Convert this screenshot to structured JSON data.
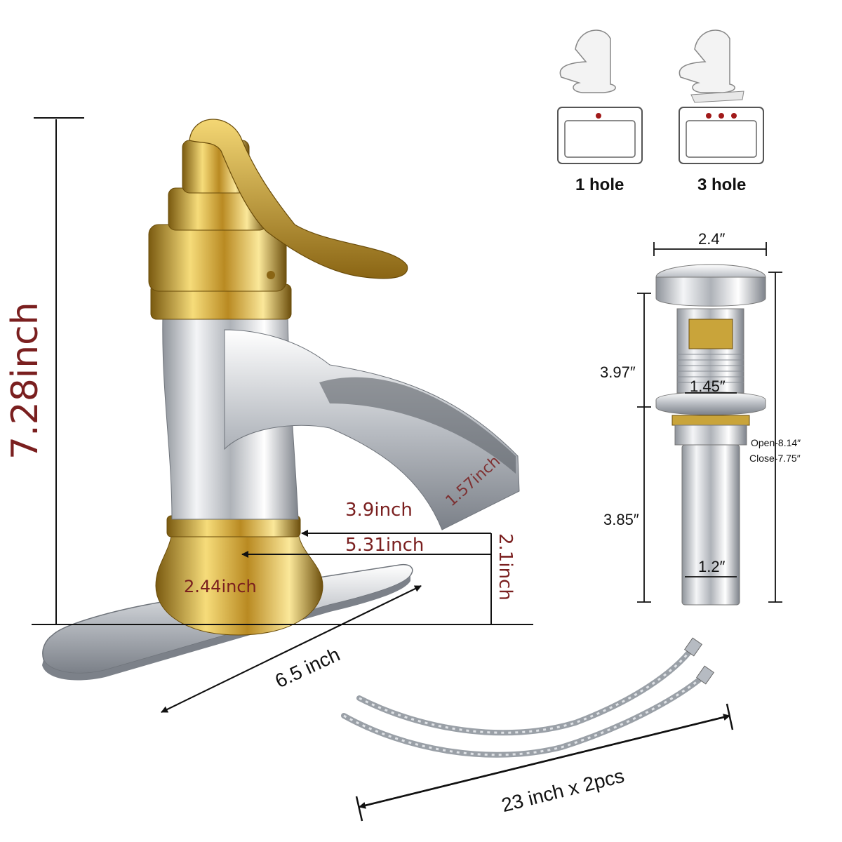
{
  "faucet": {
    "height": "7.28inch",
    "spout_opening": "1.57inch",
    "spout_reach": "3.9inch",
    "center_to_spout": "5.31inch",
    "spout_clearance": "2.1inch",
    "base_diameter": "2.44inch",
    "deck_plate_length": "6.5 inch"
  },
  "hole_options": {
    "one_hole": "1 hole",
    "three_hole": "3 hole"
  },
  "drain": {
    "cap_width": "2.4″",
    "upper_height": "3.97″",
    "thread_diameter": "1.45″",
    "lower_height": "3.85″",
    "tail_diameter": "1.2″",
    "open_length": "Open-8.14″",
    "close_length": "Close-7.75″"
  },
  "hoses": {
    "length_label": "23 inch x 2pcs"
  },
  "colors": {
    "dimension_red": "#7a1f1f",
    "chrome": "#c9ccd1",
    "gold": "#c9a43a",
    "line": "#111111"
  }
}
